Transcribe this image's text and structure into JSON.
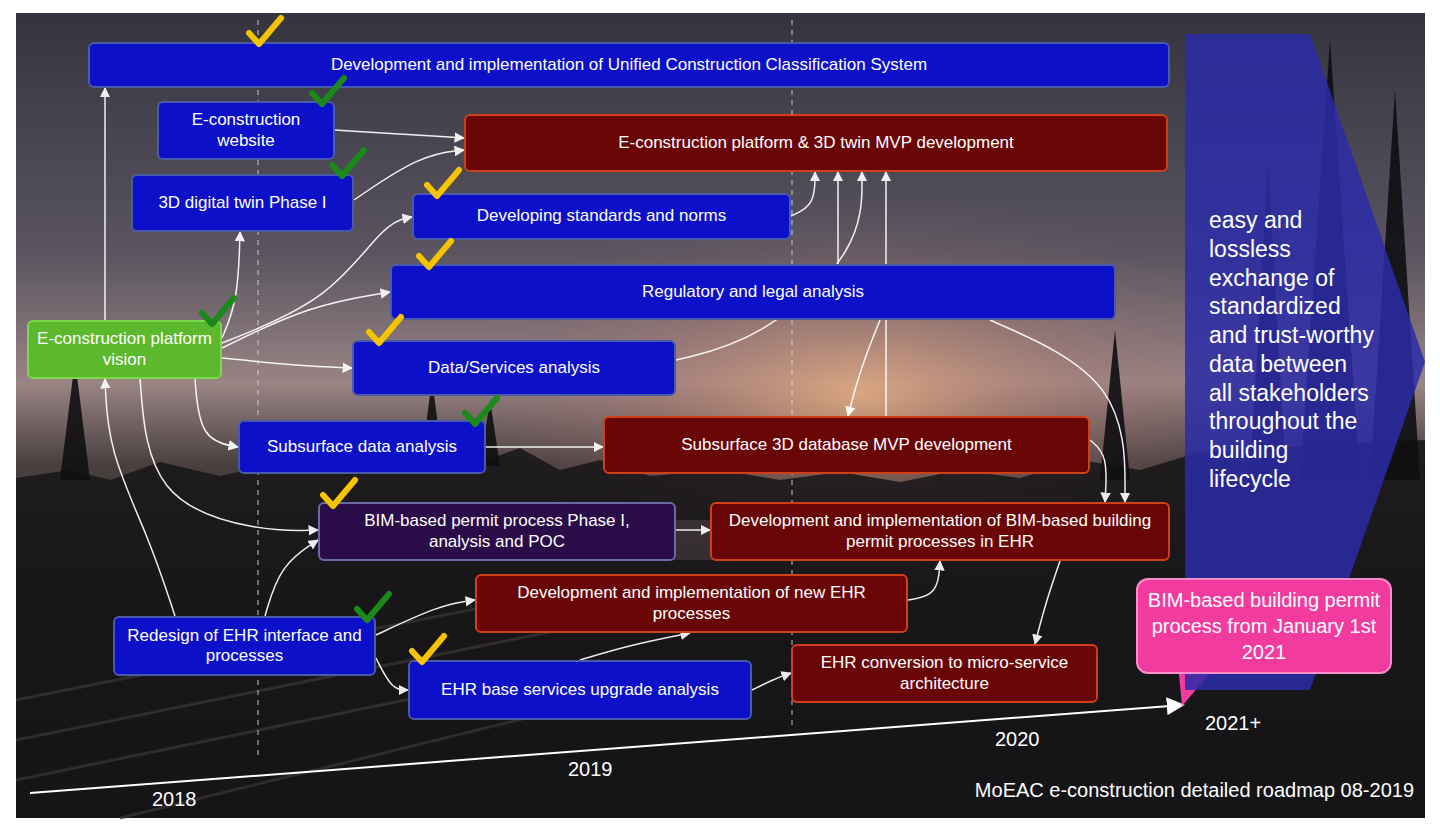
{
  "diagram": {
    "caption": "MoEAC e-construction detailed roadmap 08-2019",
    "nodes": [
      {
        "text": [
          "Development and implementation of Unified Construction Classification System"
        ]
      },
      {
        "text": [
          "E-construction website"
        ]
      },
      {
        "text": [
          "E-construction platform & 3D twin MVP development"
        ]
      },
      {
        "text": [
          "3D digital twin Phase I"
        ]
      },
      {
        "text": [
          "Developing standards and norms"
        ]
      },
      {
        "text": [
          "Regulatory and legal analysis"
        ]
      },
      {
        "text": [
          "E-construction platform vision"
        ]
      },
      {
        "text": [
          "Data/Services analysis"
        ]
      },
      {
        "text": [
          "Subsurface data analysis"
        ]
      },
      {
        "text": [
          "Subsurface 3D database MVP development"
        ]
      },
      {
        "text": [
          "BIM-based permit process Phase I, analysis and POC"
        ]
      },
      {
        "text": [
          "Development and implementation of BIM-based building permit processes in EHR"
        ]
      },
      {
        "text": [
          "Development and implementation of new EHR processes"
        ]
      },
      {
        "text": [
          "Redesign of EHR interface and processes"
        ]
      },
      {
        "text": [
          "EHR base services upgrade analysis"
        ]
      },
      {
        "text": [
          "EHR conversion to micro-service architecture"
        ]
      },
      {
        "text": [
          "easy and lossless exchange of standardized and trust-worthy data between all stakeholders throughout the building lifecycle"
        ]
      },
      {
        "text": [
          "BIM-based building permit process from January 1st 2021"
        ]
      }
    ],
    "edges": [
      {
        "from": 6,
        "to": 0,
        "arrow": "to"
      },
      {
        "from": 1,
        "to": 2,
        "arrow": "to"
      },
      {
        "from": 3,
        "to": 2,
        "arrow": "to"
      },
      {
        "from": 6,
        "to": 3,
        "arrow": "to"
      },
      {
        "from": 6,
        "to": 4,
        "arrow": "to"
      },
      {
        "from": 6,
        "to": 5,
        "arrow": "to"
      },
      {
        "from": 6,
        "to": 7,
        "arrow": "to"
      },
      {
        "from": 6,
        "to": 8,
        "arrow": "to"
      },
      {
        "from": 6,
        "to": 10,
        "arrow": "to"
      },
      {
        "from": 4,
        "to": 2,
        "arrow": "to"
      },
      {
        "from": 5,
        "to": 2,
        "arrow": "to"
      },
      {
        "from": 7,
        "to": 2,
        "arrow": "to"
      },
      {
        "from": 9,
        "to": 2,
        "arrow": "to"
      },
      {
        "from": 8,
        "to": 9,
        "arrow": "to"
      },
      {
        "from": 5,
        "to": 9,
        "arrow": "to"
      },
      {
        "from": 9,
        "to": 11,
        "arrow": "to"
      },
      {
        "from": 5,
        "to": 11,
        "arrow": "to"
      },
      {
        "from": 10,
        "to": 11,
        "arrow": "to"
      },
      {
        "from": 13,
        "to": 6,
        "arrow": "to"
      },
      {
        "from": 13,
        "to": 10,
        "arrow": "to"
      },
      {
        "from": 13,
        "to": 12,
        "arrow": "to"
      },
      {
        "from": 13,
        "to": 14,
        "arrow": "to"
      },
      {
        "from": 12,
        "to": 11,
        "arrow": "to"
      },
      {
        "from": 14,
        "to": 12,
        "arrow": "to"
      },
      {
        "from": 14,
        "to": 15,
        "arrow": "to"
      },
      {
        "from": 11,
        "to": 15,
        "arrow": "to"
      }
    ],
    "labels": [
      "2018",
      "2019",
      "2020",
      "2021+"
    ]
  }
}
